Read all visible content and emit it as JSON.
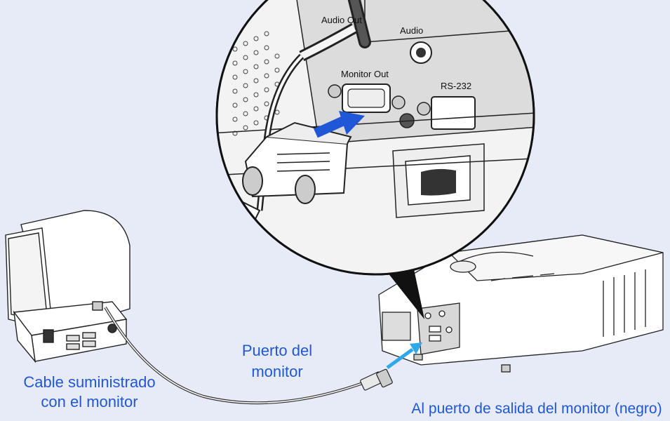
{
  "labels": {
    "cable_line1": "Cable suministrado",
    "cable_line2": "con el monitor",
    "port_line1": "Puerto del",
    "port_line2": "monitor",
    "output_port": "Al puerto de salida del monitor (negro)"
  },
  "panel_labels": {
    "audio_out": "Audio Out",
    "audio_in": "Audio",
    "monitor_out": "Monitor Out",
    "rs232": "RS-232"
  },
  "colors": {
    "background": "#e6ebf7",
    "label_text": "#1f57d6",
    "arrow_dark": "#1f57d6",
    "arrow_light": "#2fa8e8"
  }
}
